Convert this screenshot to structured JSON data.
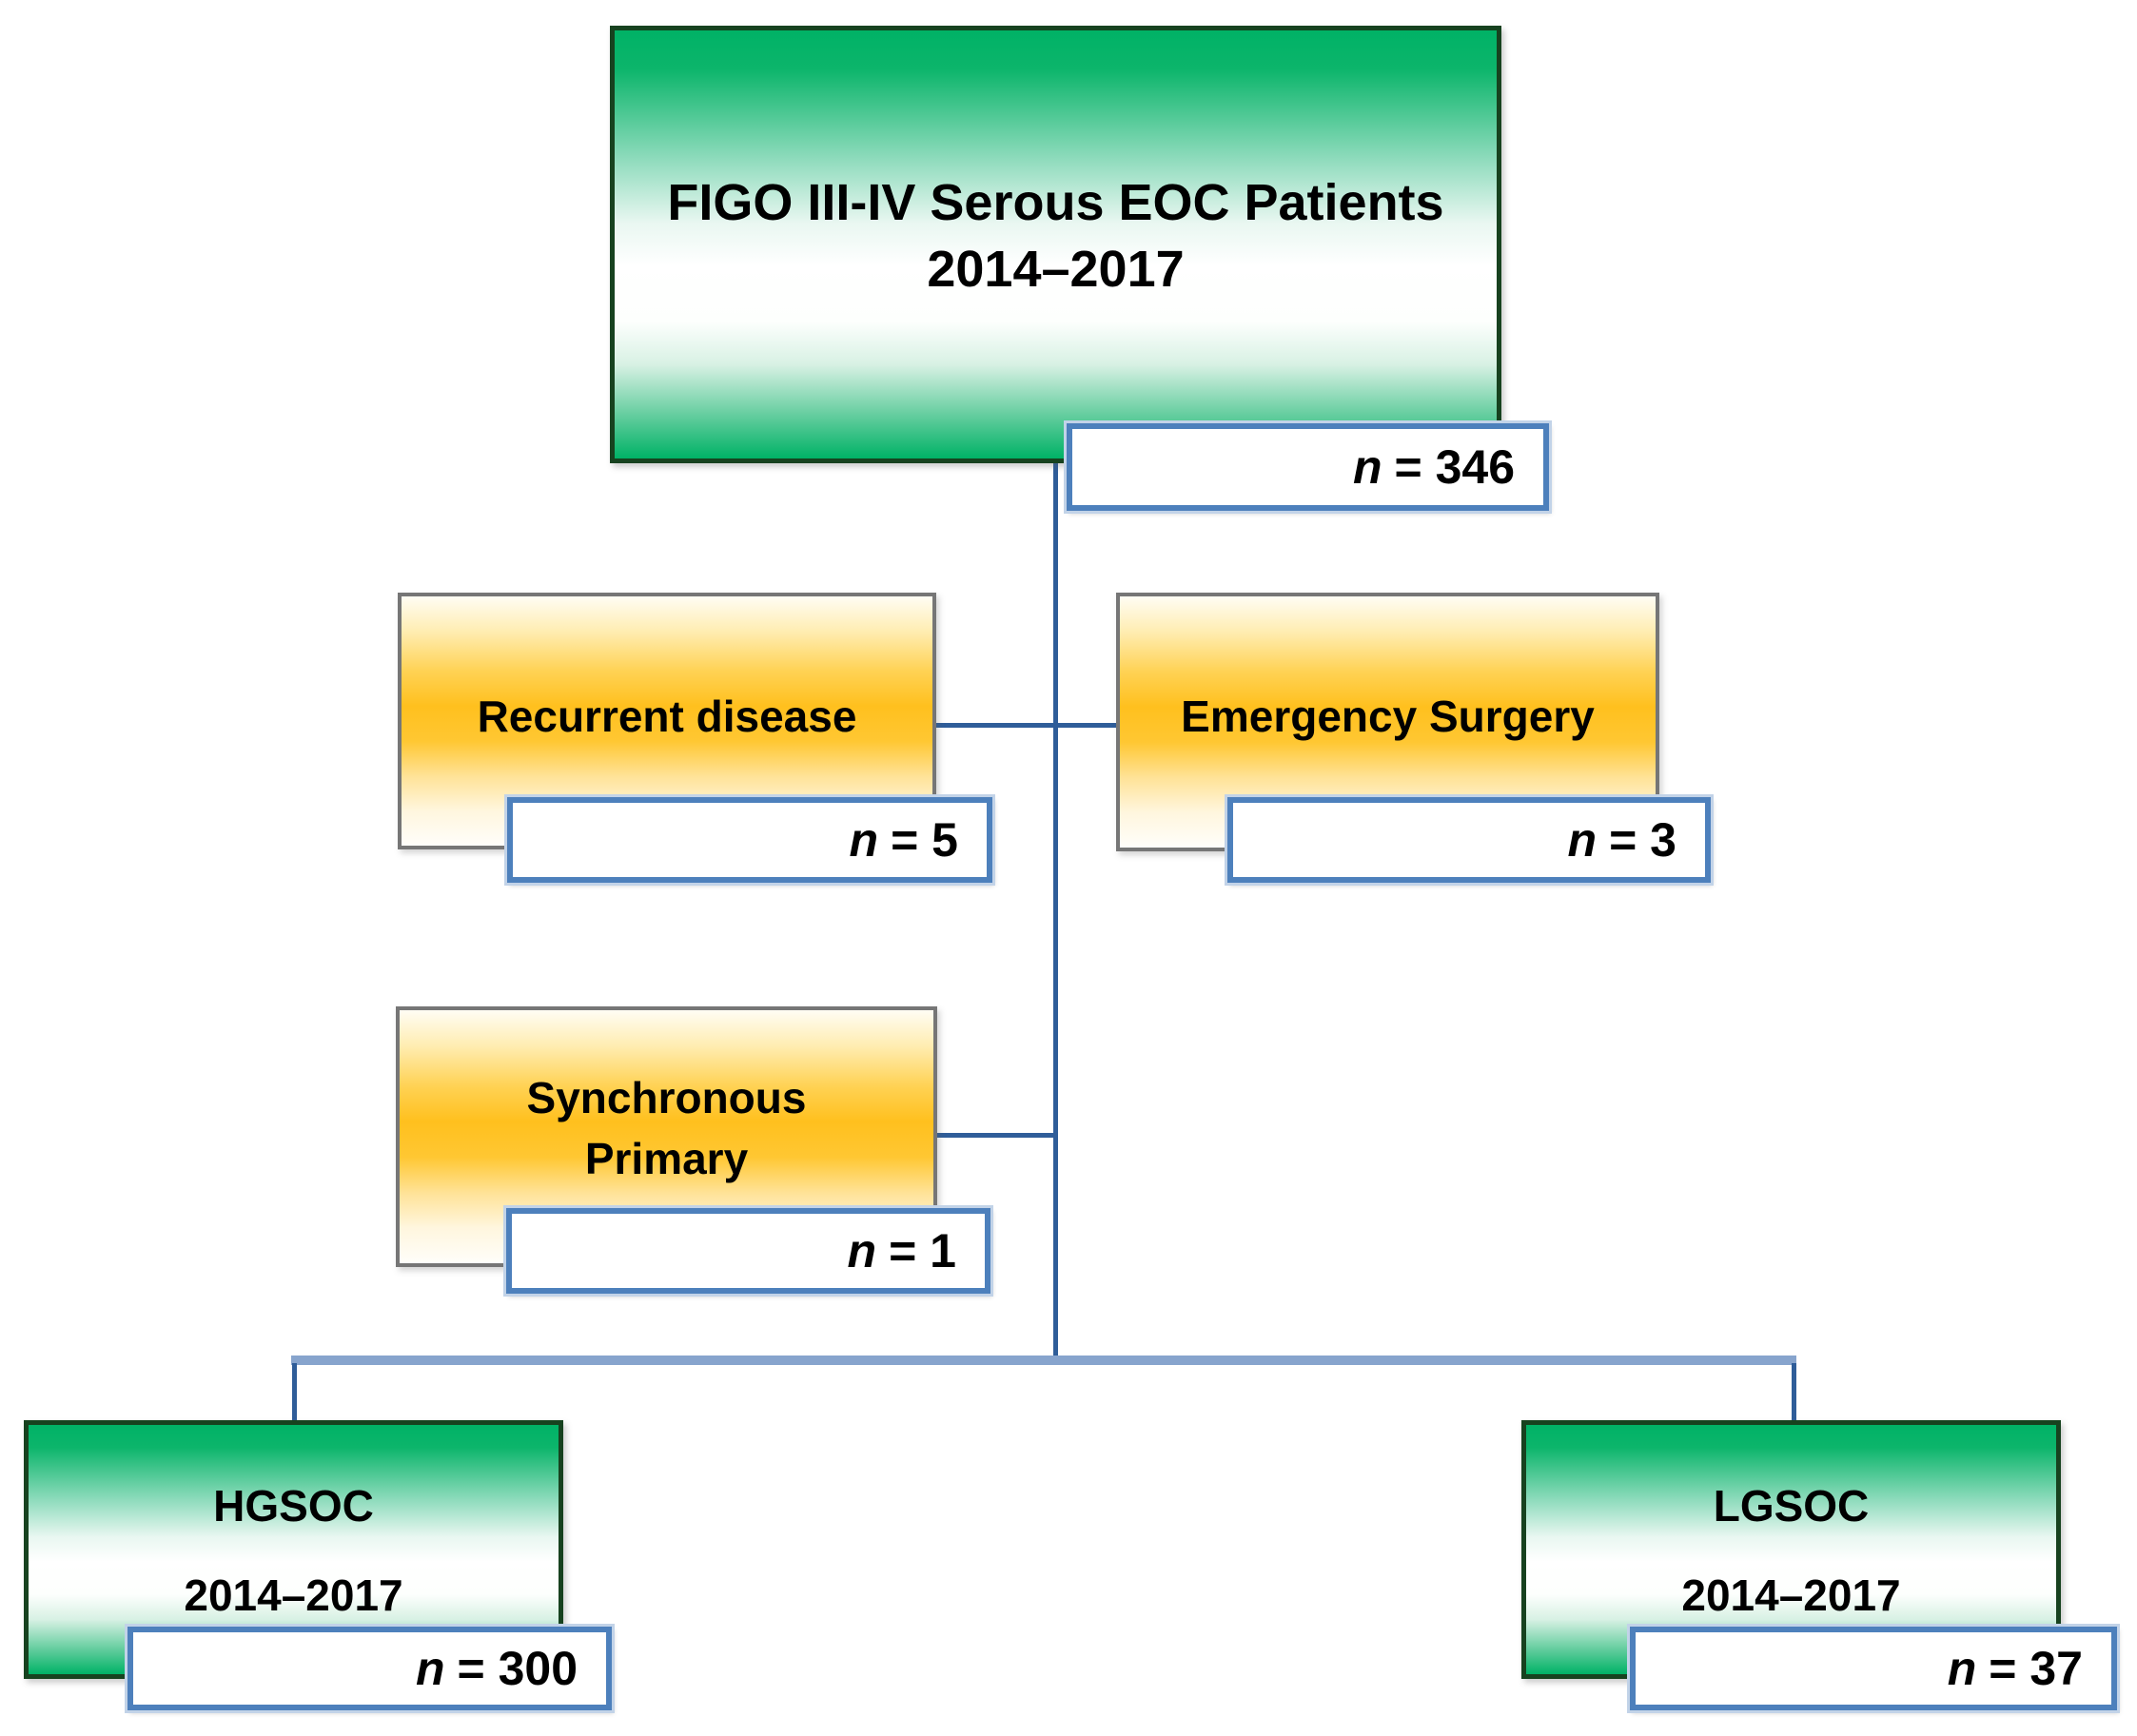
{
  "root_box": {
    "line1": "FIGO III-IV Serous EOC Patients",
    "line2": "2014–2017"
  },
  "root_count": {
    "var": "n",
    "rest": "= 346"
  },
  "recurrent": {
    "label": "Recurrent disease"
  },
  "recurrent_count": {
    "var": "n",
    "rest": "= 5"
  },
  "emergency": {
    "label": "Emergency Surgery"
  },
  "emergency_count": {
    "var": "n",
    "rest": "= 3"
  },
  "synchronous": {
    "line1": "Synchronous",
    "line2": "Primary"
  },
  "synchronous_count": {
    "var": "n",
    "rest": "= 1"
  },
  "hgsoc": {
    "line1": "HGSOC",
    "line2": "2014–2017"
  },
  "hgsoc_count": {
    "var": "n",
    "rest": "= 300"
  },
  "lgsoc": {
    "line1": "LGSOC",
    "line2": "2014–2017"
  },
  "lgsoc_count": {
    "var": "n",
    "rest": "= 37"
  },
  "colors": {
    "green_fill": "#00b266",
    "green_border": "#17421f",
    "gold_fill": "#ffc01e",
    "gold_border": "#767676",
    "count_border": "#4d80bc",
    "connector": "#2f5d99",
    "connector_thick": "#87a4cd",
    "text": "#000000",
    "background": "#ffffff"
  }
}
